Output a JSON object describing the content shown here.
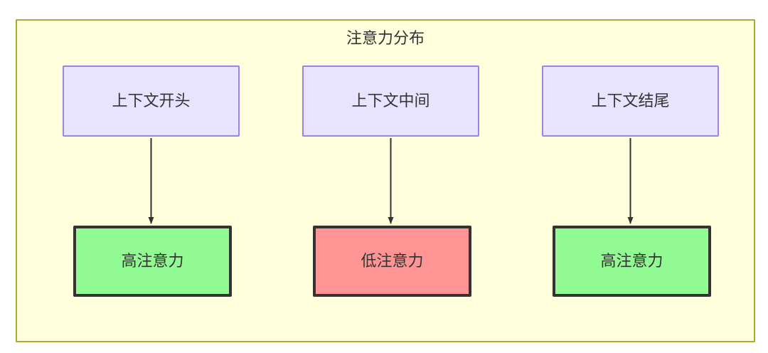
{
  "diagram": {
    "title": "注意力分布",
    "background_color": "#ffffde",
    "border_color": "#aaaa33",
    "nodes": {
      "context": [
        {
          "id": "ctx-start",
          "label": "上下文开头",
          "fill": "#e8e4ff",
          "stroke": "#9c85de"
        },
        {
          "id": "ctx-mid",
          "label": "上下文中间",
          "fill": "#e8e4ff",
          "stroke": "#9c85de"
        },
        {
          "id": "ctx-end",
          "label": "上下文结尾",
          "fill": "#e8e4ff",
          "stroke": "#9c85de"
        }
      ],
      "attention": [
        {
          "id": "att-start",
          "label": "高注意力",
          "fill": "#92fa92",
          "stroke": "#333333",
          "level": "high"
        },
        {
          "id": "att-mid",
          "label": "低注意力",
          "fill": "#ff9494",
          "stroke": "#333333",
          "level": "low"
        },
        {
          "id": "att-end",
          "label": "高注意力",
          "fill": "#92fa92",
          "stroke": "#333333",
          "level": "high"
        }
      ]
    },
    "edges": [
      {
        "from": "ctx-start",
        "to": "att-start",
        "arrow": "down"
      },
      {
        "from": "ctx-mid",
        "to": "att-mid",
        "arrow": "down"
      },
      {
        "from": "ctx-end",
        "to": "att-end",
        "arrow": "down"
      }
    ],
    "edge_color": "#333333"
  }
}
